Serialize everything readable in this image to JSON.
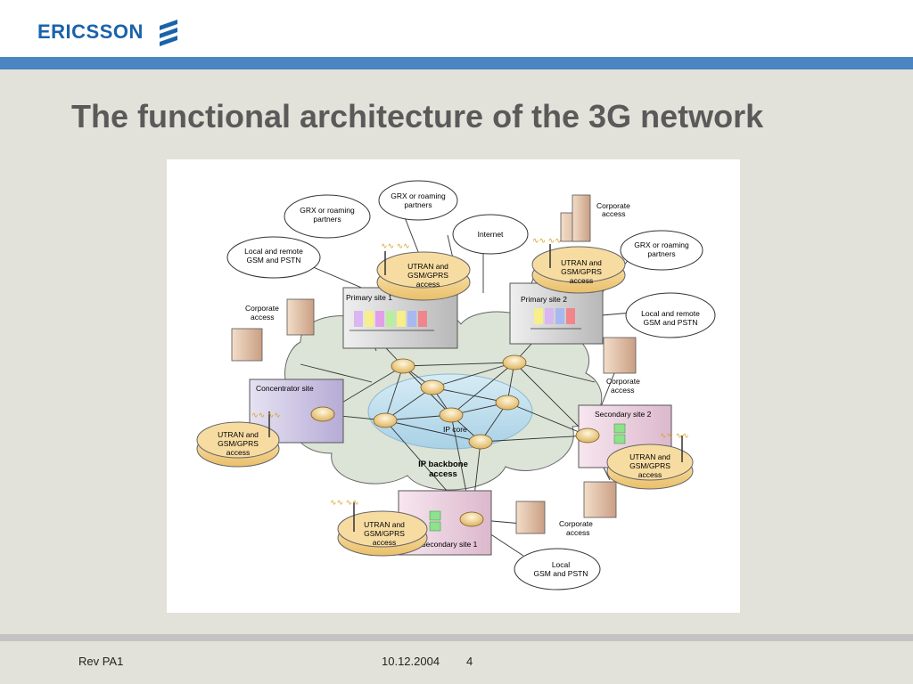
{
  "brand": {
    "name": "ERICSSON"
  },
  "slide": {
    "title": "The functional architecture of the 3G network"
  },
  "diagram": {
    "clouds": {
      "grx_left": [
        "GRX or roaming",
        "partners"
      ],
      "grx_top": [
        "GRX or roaming",
        "partners"
      ],
      "internet": [
        "Internet"
      ],
      "grx_right": [
        "GRX or roaming",
        "partners"
      ],
      "local_remote_left": [
        "Local and remote",
        "GSM and PSTN"
      ],
      "local_remote_right": [
        "Local and remote",
        "GSM and PSTN"
      ],
      "local_bottom": [
        "Local",
        "GSM and PSTN"
      ]
    },
    "sites": {
      "primary_1": "Primary site 1",
      "primary_2": "Primary site 2",
      "concentrator": "Concentrator site",
      "secondary_2": "Secondary site 2",
      "secondary_1": "Secondary site 1"
    },
    "access_disks": {
      "top_left": [
        "UTRAN and",
        "GSM/GPRS",
        "access"
      ],
      "top_right": [
        "UTRAN and",
        "GSM/GPRS",
        "access"
      ],
      "left": [
        "UTRAN and",
        "GSM/GPRS",
        "access"
      ],
      "right": [
        "UTRAN and",
        "GSM/GPRS",
        "access"
      ],
      "bottom": [
        "UTRAN and",
        "GSM/GPRS",
        "access"
      ]
    },
    "corporate": {
      "top": [
        "Corporate",
        "access"
      ],
      "left": [
        "Corporate",
        "access"
      ],
      "right": [
        "Corporate",
        "access"
      ],
      "bottom": [
        "Corporate",
        "access"
      ]
    },
    "core": {
      "ip_core": "IP core",
      "backbone": [
        "IP backbone",
        "access"
      ]
    }
  },
  "footer": {
    "revision": "Rev PA1",
    "date": "10.12.2004",
    "page": "4"
  }
}
